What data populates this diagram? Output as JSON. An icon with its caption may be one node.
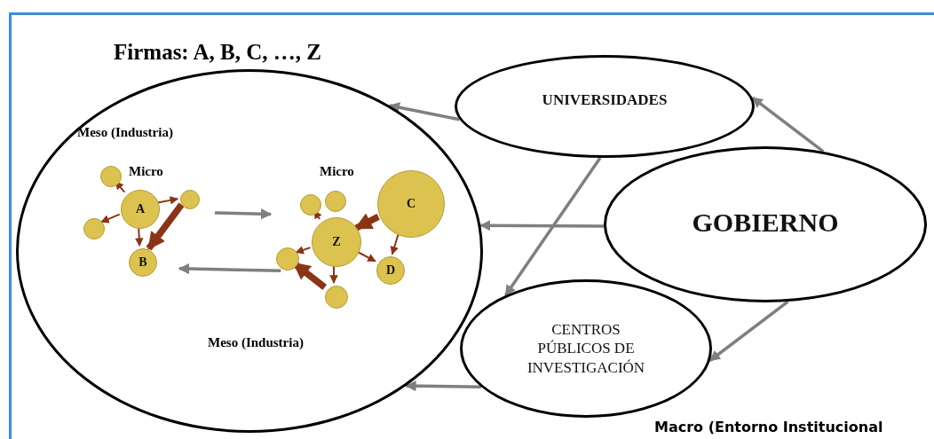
{
  "diagram": {
    "nodes": [
      {
        "text": [
          "Firmas: A, B, C, …, Z"
        ]
      },
      {
        "text": [
          "Micro"
        ],
        "in": 0
      },
      {
        "text": [],
        "shape": "circle",
        "in": 1
      },
      {
        "text": [
          "A"
        ],
        "in": 1
      },
      {
        "text": [],
        "shape": "circle",
        "in": 1
      },
      {
        "text": [],
        "shape": "circle",
        "in": 1
      },
      {
        "text": [
          "B"
        ],
        "in": 1
      },
      {
        "text": [
          "Micro"
        ],
        "in": 0
      },
      {
        "text": [],
        "shape": "circle",
        "in": 7
      },
      {
        "text": [],
        "shape": "circle",
        "in": 7
      },
      {
        "text": [
          "C"
        ],
        "in": 7
      },
      {
        "text": [
          "Z"
        ],
        "in": 7
      },
      {
        "text": [],
        "shape": "circle",
        "in": 7
      },
      {
        "text": [
          "D"
        ],
        "in": 7
      },
      {
        "text": [],
        "shape": "circle",
        "in": 7
      },
      {
        "text": [
          "UNIVERSIDADES"
        ]
      },
      {
        "text": [
          "GOBIERNO"
        ]
      },
      {
        "text": [
          "CENTROS PÚBLICOS DE INVESTIGACIÓN"
        ]
      }
    ],
    "edges": [
      {
        "from": 3,
        "to": 2,
        "arrow": "to"
      },
      {
        "from": 3,
        "to": 4,
        "arrow": "to"
      },
      {
        "from": 3,
        "to": 5,
        "arrow": "to"
      },
      {
        "from": 3,
        "to": 6,
        "arrow": "to"
      },
      {
        "from": 4,
        "to": 6,
        "arrow": "to",
        "style": "thick"
      },
      {
        "from": 10,
        "to": 11,
        "arrow": "to",
        "style": "thick"
      },
      {
        "from": 10,
        "to": 13,
        "arrow": "to"
      },
      {
        "from": 11,
        "to": 8,
        "arrow": "to"
      },
      {
        "from": 11,
        "to": 12,
        "arrow": "to"
      },
      {
        "from": 11,
        "to": 13,
        "arrow": "to"
      },
      {
        "from": 11,
        "to": 14,
        "arrow": "to"
      },
      {
        "from": 14,
        "to": 12,
        "arrow": "to",
        "style": "thick"
      },
      {
        "from": 1,
        "to": 7,
        "arrow": "to",
        "color": "#7f7f7f"
      },
      {
        "from": 7,
        "to": 1,
        "arrow": "to",
        "color": "#7f7f7f"
      },
      {
        "from": 15,
        "to": 0,
        "arrow": "to",
        "color": "#7f7f7f"
      },
      {
        "from": 16,
        "to": 15,
        "arrow": "to",
        "color": "#7f7f7f"
      },
      {
        "from": 15,
        "to": 17,
        "arrow": "to",
        "color": "#7f7f7f"
      },
      {
        "from": 16,
        "to": 0,
        "arrow": "to",
        "color": "#7f7f7f"
      },
      {
        "from": 16,
        "to": 17,
        "arrow": "to",
        "color": "#7f7f7f"
      },
      {
        "from": 17,
        "to": 0,
        "arrow": "to",
        "color": "#7f7f7f"
      }
    ],
    "labels": [
      "Meso (Industria)",
      "Meso (Industria)",
      "Macro (Entorno Institucional"
    ]
  }
}
